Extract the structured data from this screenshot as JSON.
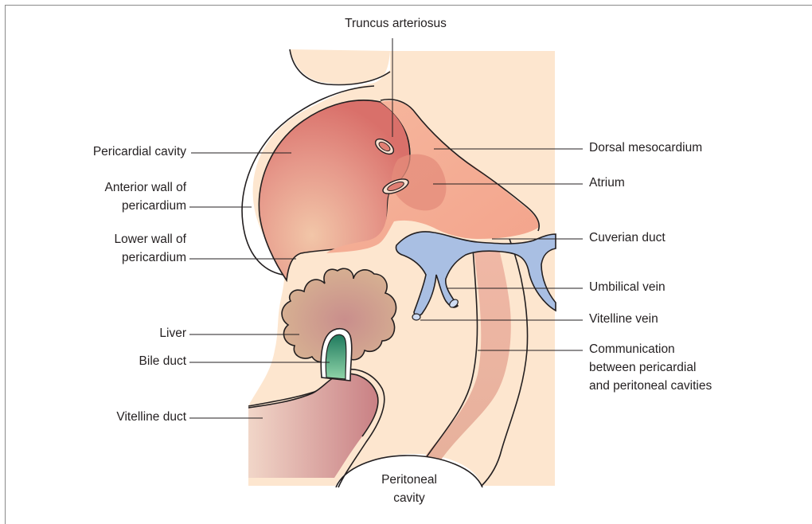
{
  "labels": {
    "truncus_arteriosus": "Truncus arteriosus",
    "pericardial_cavity": "Pericardial cavity",
    "anterior_wall_line1": "Anterior wall of",
    "anterior_wall_line2": "pericardium",
    "lower_wall_line1": "Lower wall of",
    "lower_wall_line2": "pericardium",
    "liver": "Liver",
    "bile_duct": "Bile duct",
    "vitelline_duct": "Vitelline duct",
    "dorsal_mesocardium": "Dorsal mesocardium",
    "atrium": "Atrium",
    "cuverian_duct": "Cuverian duct",
    "umbilical_vein": "Umbilical vein",
    "vitelline_vein": "Vitelline vein",
    "communication_line1": "Communication",
    "communication_line2": "between pericardial",
    "communication_line3": "and peritoneal cavities",
    "peritoneal_line1": "Peritoneal",
    "peritoneal_line2": "cavity"
  },
  "colors": {
    "background_tissue": "#fde6cf",
    "heart": "#e07f73",
    "heart_highlight": "#f2c6a8",
    "mesocardium": "#f5a98f",
    "veins": "#a9bfe3",
    "liver": "#c9a088",
    "bile_duct": "#3aa07a",
    "vitelline_duct": "#d2988e",
    "communication": "#ecb29f"
  }
}
